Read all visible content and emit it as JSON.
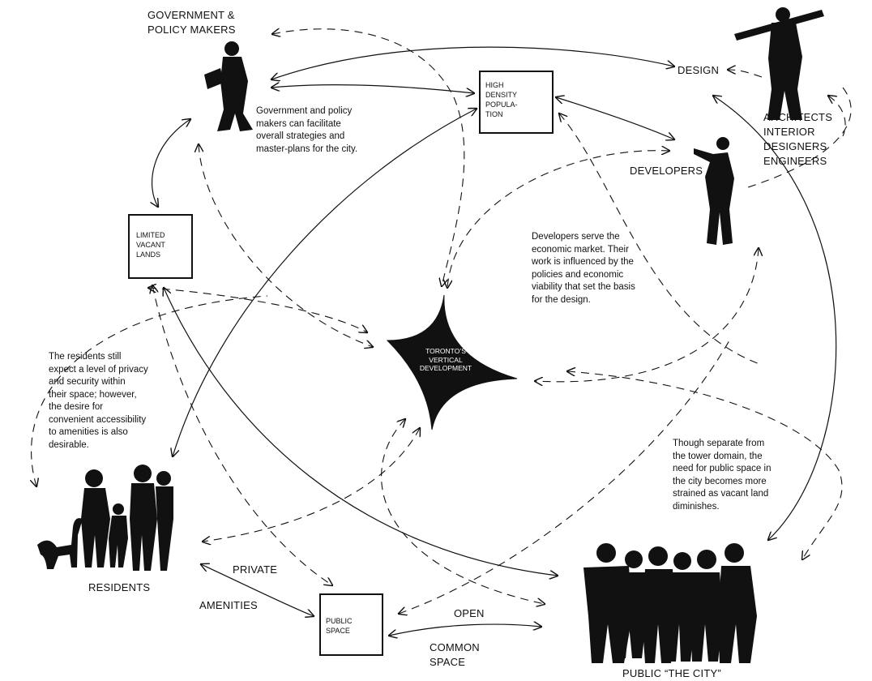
{
  "labels": {
    "government": "GOVERNMENT &\nPOLICY MAKERS",
    "design": "DESIGN",
    "architects": "ARCHITECTS\nINTERIOR DESIGNERS\nENGINEERS",
    "developers": "DEVELOPERS",
    "residents": "RESIDENTS",
    "public_city": "PUBLIC “THE CITY”",
    "private": "PRIVATE",
    "amenities": "AMENITIES",
    "open": "OPEN",
    "common_space": "COMMON\nSPACE"
  },
  "boxes": {
    "high_density": "HIGH\nDENSITY\nPOPULA-\nTION",
    "limited_vacant": "LIMITED\nVACANT\nLANDS",
    "public_space": "PUBLIC\nSPACE"
  },
  "center": "TORONTO’S\nVERTICAL\nDEVELOPMENT",
  "notes": {
    "government": "Government and policy\nmakers can facilitate\noverall strategies and\nmaster-plans for the city.",
    "developers": "Developers serve the\neconomic market. Their\nwork is influenced by the\npolicies  and economic\nviability that set the basis\nfor the design.",
    "residents": "The residents still\nexpect a level of privacy\nand security within\ntheir space; however,\nthe desire for\nconvenient accessibility\nto amenities is also\ndesirable.",
    "public_space": "Though separate from\nthe tower domain, the\nneed for public space in\nthe city becomes more\nstrained as vacant land\ndiminishes."
  },
  "icons": [
    "government-silhouette-icon",
    "architect-silhouette-icon",
    "developer-silhouette-icon",
    "residents-family-silhouette-icon",
    "public-crowd-silhouette-icon"
  ],
  "colors": {
    "ink": "#111111",
    "paper": "#ffffff"
  }
}
